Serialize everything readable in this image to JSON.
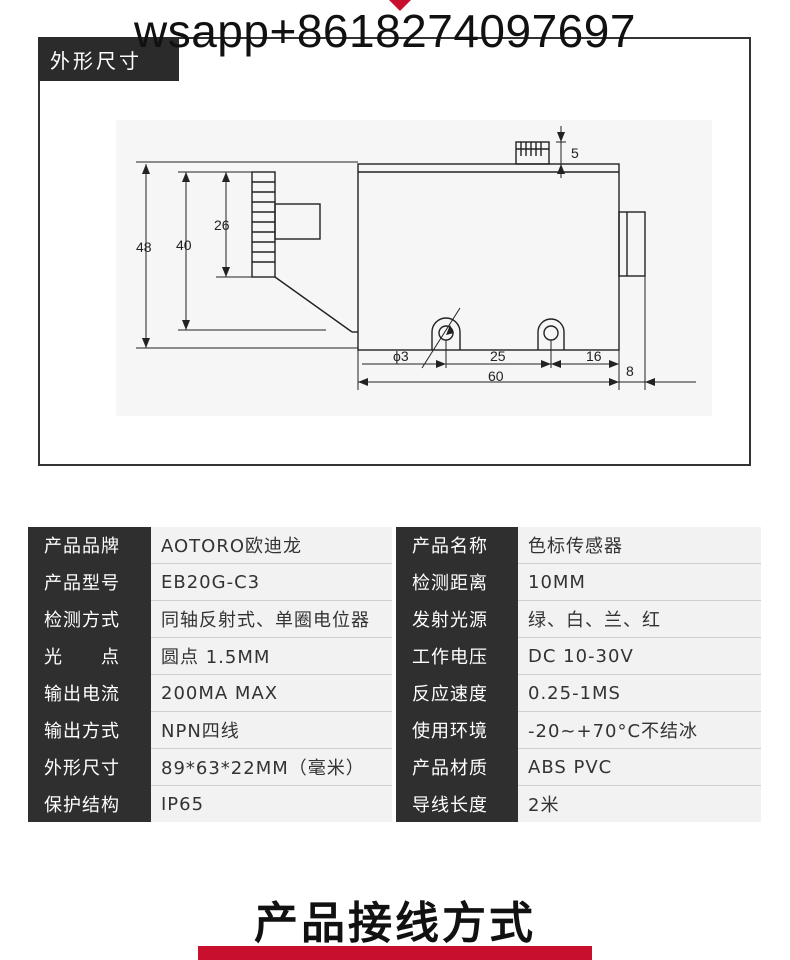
{
  "watermark": "wsapp+8618274097697",
  "dimensions_section": {
    "title": "外形尺寸",
    "labels": {
      "h48": "48",
      "h40": "40",
      "h26": "26",
      "top5": "5",
      "hole_dia": "ϕ3",
      "d25": "25",
      "d16": "16",
      "d60": "60",
      "d8": "8"
    }
  },
  "specs": {
    "rows": [
      {
        "k1": "产品品牌",
        "v1": "AOTORO欧迪龙",
        "k2": "产品名称",
        "v2": "色标传感器"
      },
      {
        "k1": "产品型号",
        "v1": "EB20G-C3",
        "k2": "检测距离",
        "v2": "10MM"
      },
      {
        "k1": "检测方式",
        "v1": "同轴反射式、单圈电位器",
        "k2": "发射光源",
        "v2": "绿、白、兰、红"
      },
      {
        "k1": "光　　点",
        "v1": "圆点 1.5MM",
        "k2": "工作电压",
        "v2": "DC 10-30V"
      },
      {
        "k1": "输出电流",
        "v1": "200MA  MAX",
        "k2": "反应速度",
        "v2": "0.25-1MS"
      },
      {
        "k1": "输出方式",
        "v1": "NPN四线",
        "k2": "使用环境",
        "v2": "-20~+70°C不结冰"
      },
      {
        "k1": "外形尺寸",
        "v1": "89*63*22MM（毫米）",
        "k2": "产品材质",
        "v2": "ABS  PVC"
      },
      {
        "k1": "保护结构",
        "v1": "IP65",
        "k2": "导线长度",
        "v2": "2米"
      }
    ]
  },
  "wiring_section": {
    "title": "产品接线方式"
  },
  "colors": {
    "accent": "#c8102e",
    "label_bg": "#2f2f2f",
    "value_bg": "#f2f2f2"
  }
}
